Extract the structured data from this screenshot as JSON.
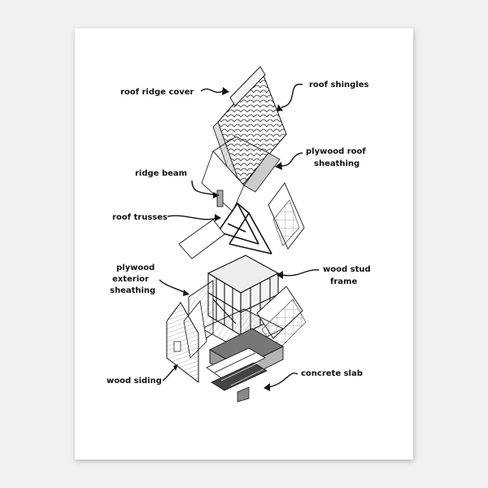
{
  "labels": {
    "roof_ridge_cover": "roof ridge cover",
    "roof_shingles": "roof shingles",
    "plywood_roof_sheathing_1": "plywood roof",
    "plywood_roof_sheathing_2": "sheathing",
    "ridge_beam": "ridge beam",
    "roof_trusses": "roof trusses",
    "plywood_exterior_1": "plywood",
    "plywood_exterior_2": "exterior",
    "plywood_exterior_3": "sheathing",
    "wood_stud_frame_1": "wood stud",
    "wood_stud_frame_2": "frame",
    "wood_siding": "wood siding",
    "concrete_slab": "concrete slab"
  },
  "colors": {
    "background": "#f1f1f1",
    "poster": "#ffffff",
    "ink": "#111111",
    "slab": "#9a9a9a"
  }
}
